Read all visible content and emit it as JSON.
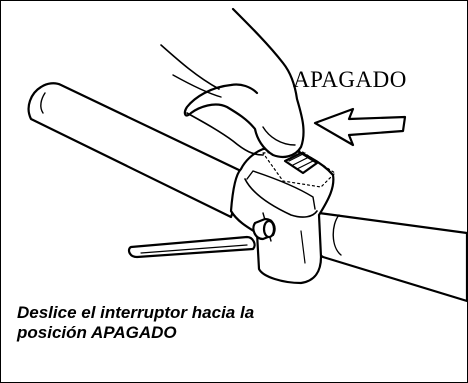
{
  "figure": {
    "label": "APAGADO",
    "caption_line1": "Deslice el interruptor hacia la",
    "caption_line2": "posición APAGADO"
  },
  "colors": {
    "stroke": "#000000",
    "fill": "#ffffff"
  },
  "icons": [
    "hand-icon",
    "arrow-left-icon",
    "switch-icon"
  ]
}
